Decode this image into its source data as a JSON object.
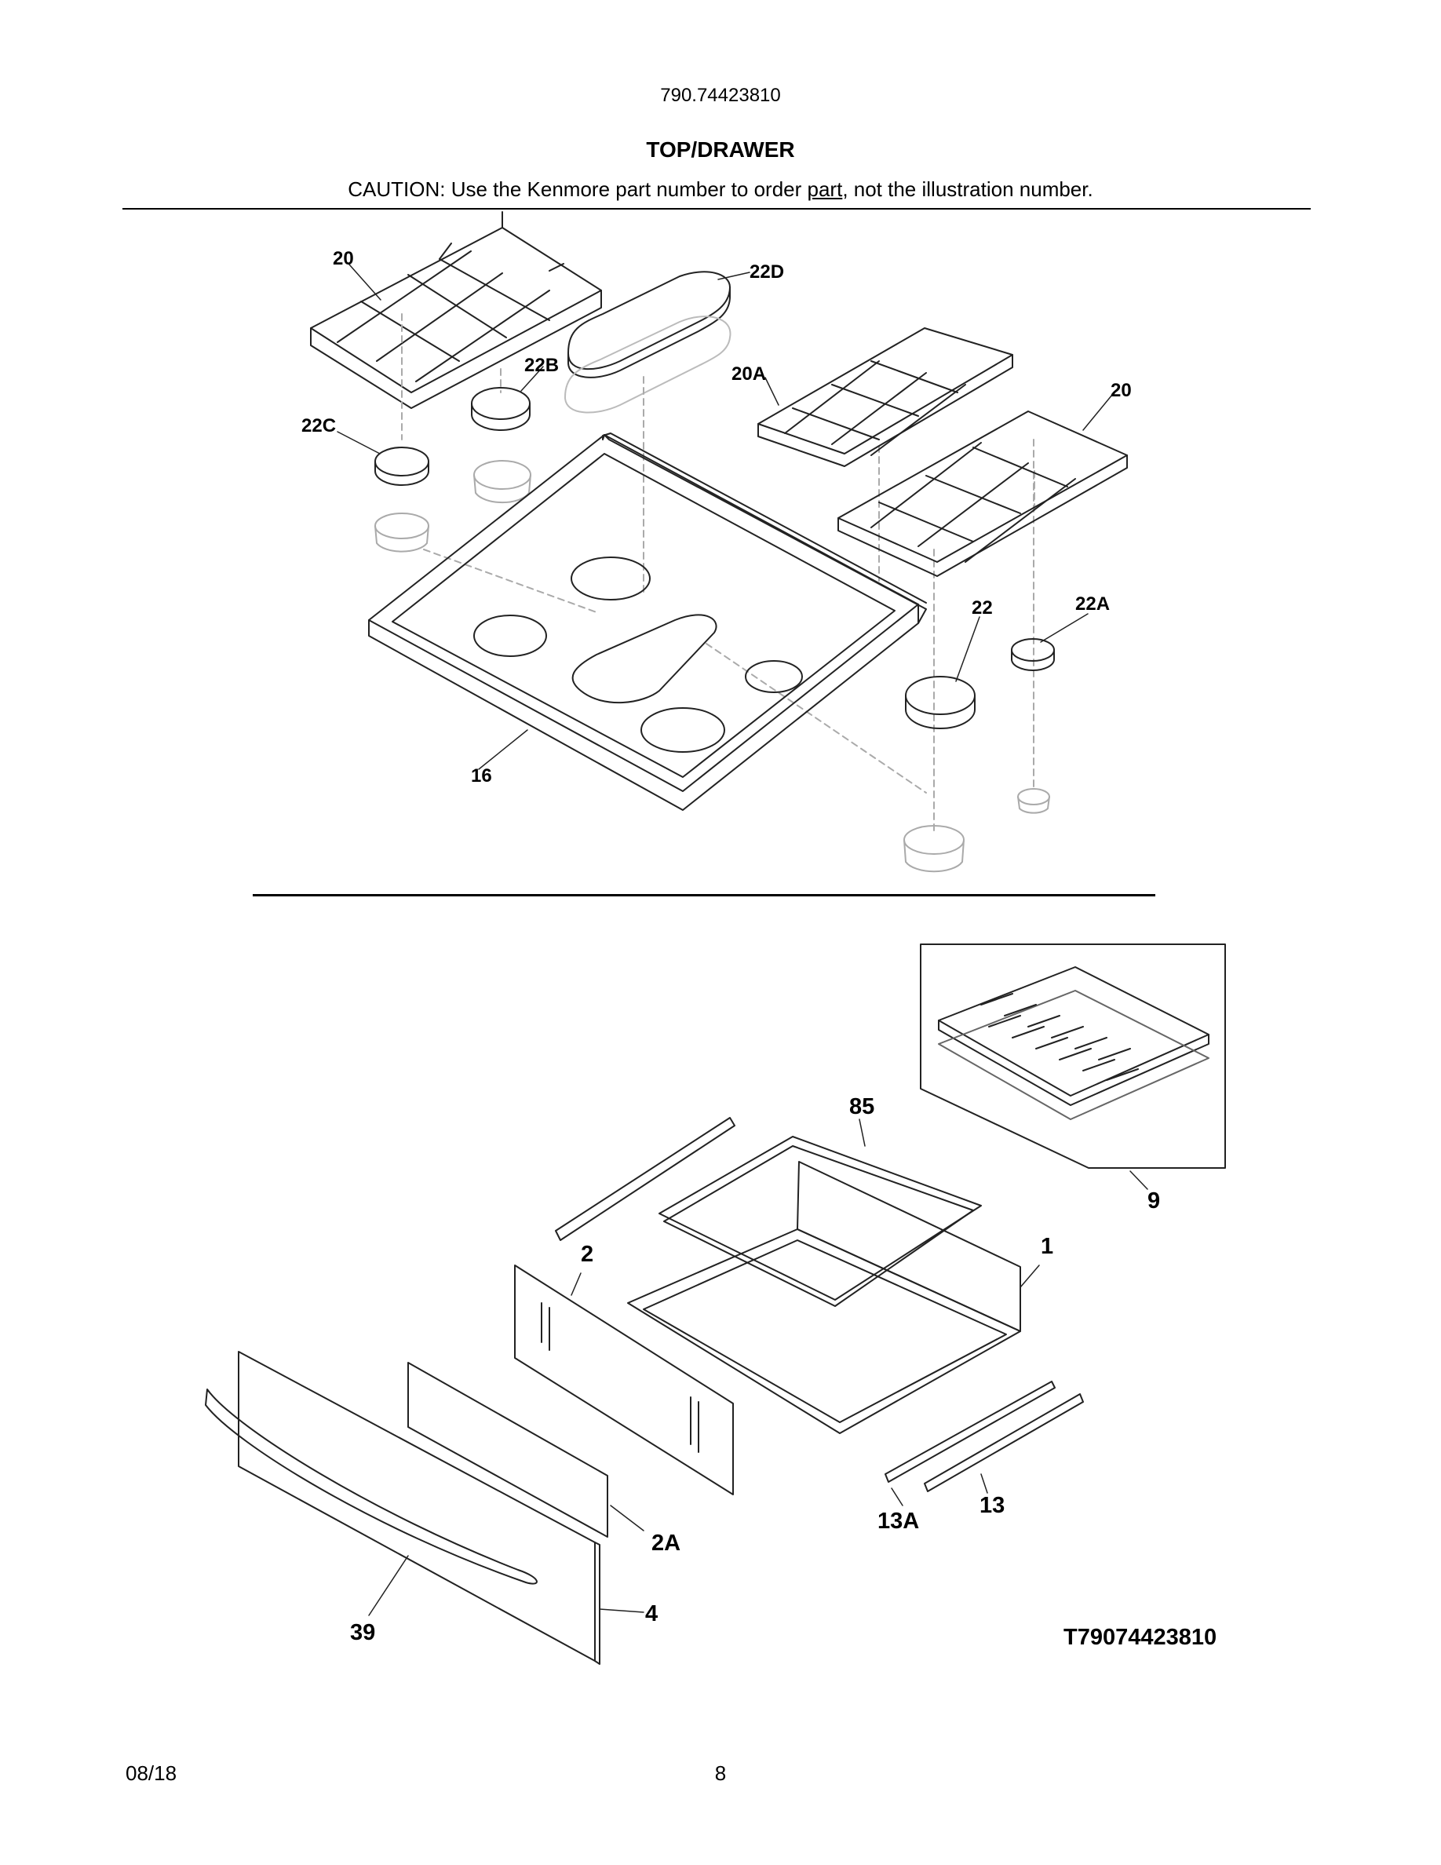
{
  "header": {
    "model_number": "790.74423810",
    "section_title": "TOP/DRAWER",
    "caution_prefix": "CAUTION: Use the Kenmore part number to order ",
    "caution_link": "part",
    "caution_suffix": ", not the illustration number."
  },
  "top_callouts": [
    "20",
    "22D",
    "22B",
    "20A",
    "20",
    "22C",
    "22",
    "22A",
    "16"
  ],
  "drawer_callouts": [
    "85",
    "9",
    "2",
    "1",
    "2A",
    "13A",
    "13",
    "39",
    "4"
  ],
  "diagram_code": "T79074423810",
  "footer": {
    "date": "08/18",
    "page_number": "8"
  }
}
